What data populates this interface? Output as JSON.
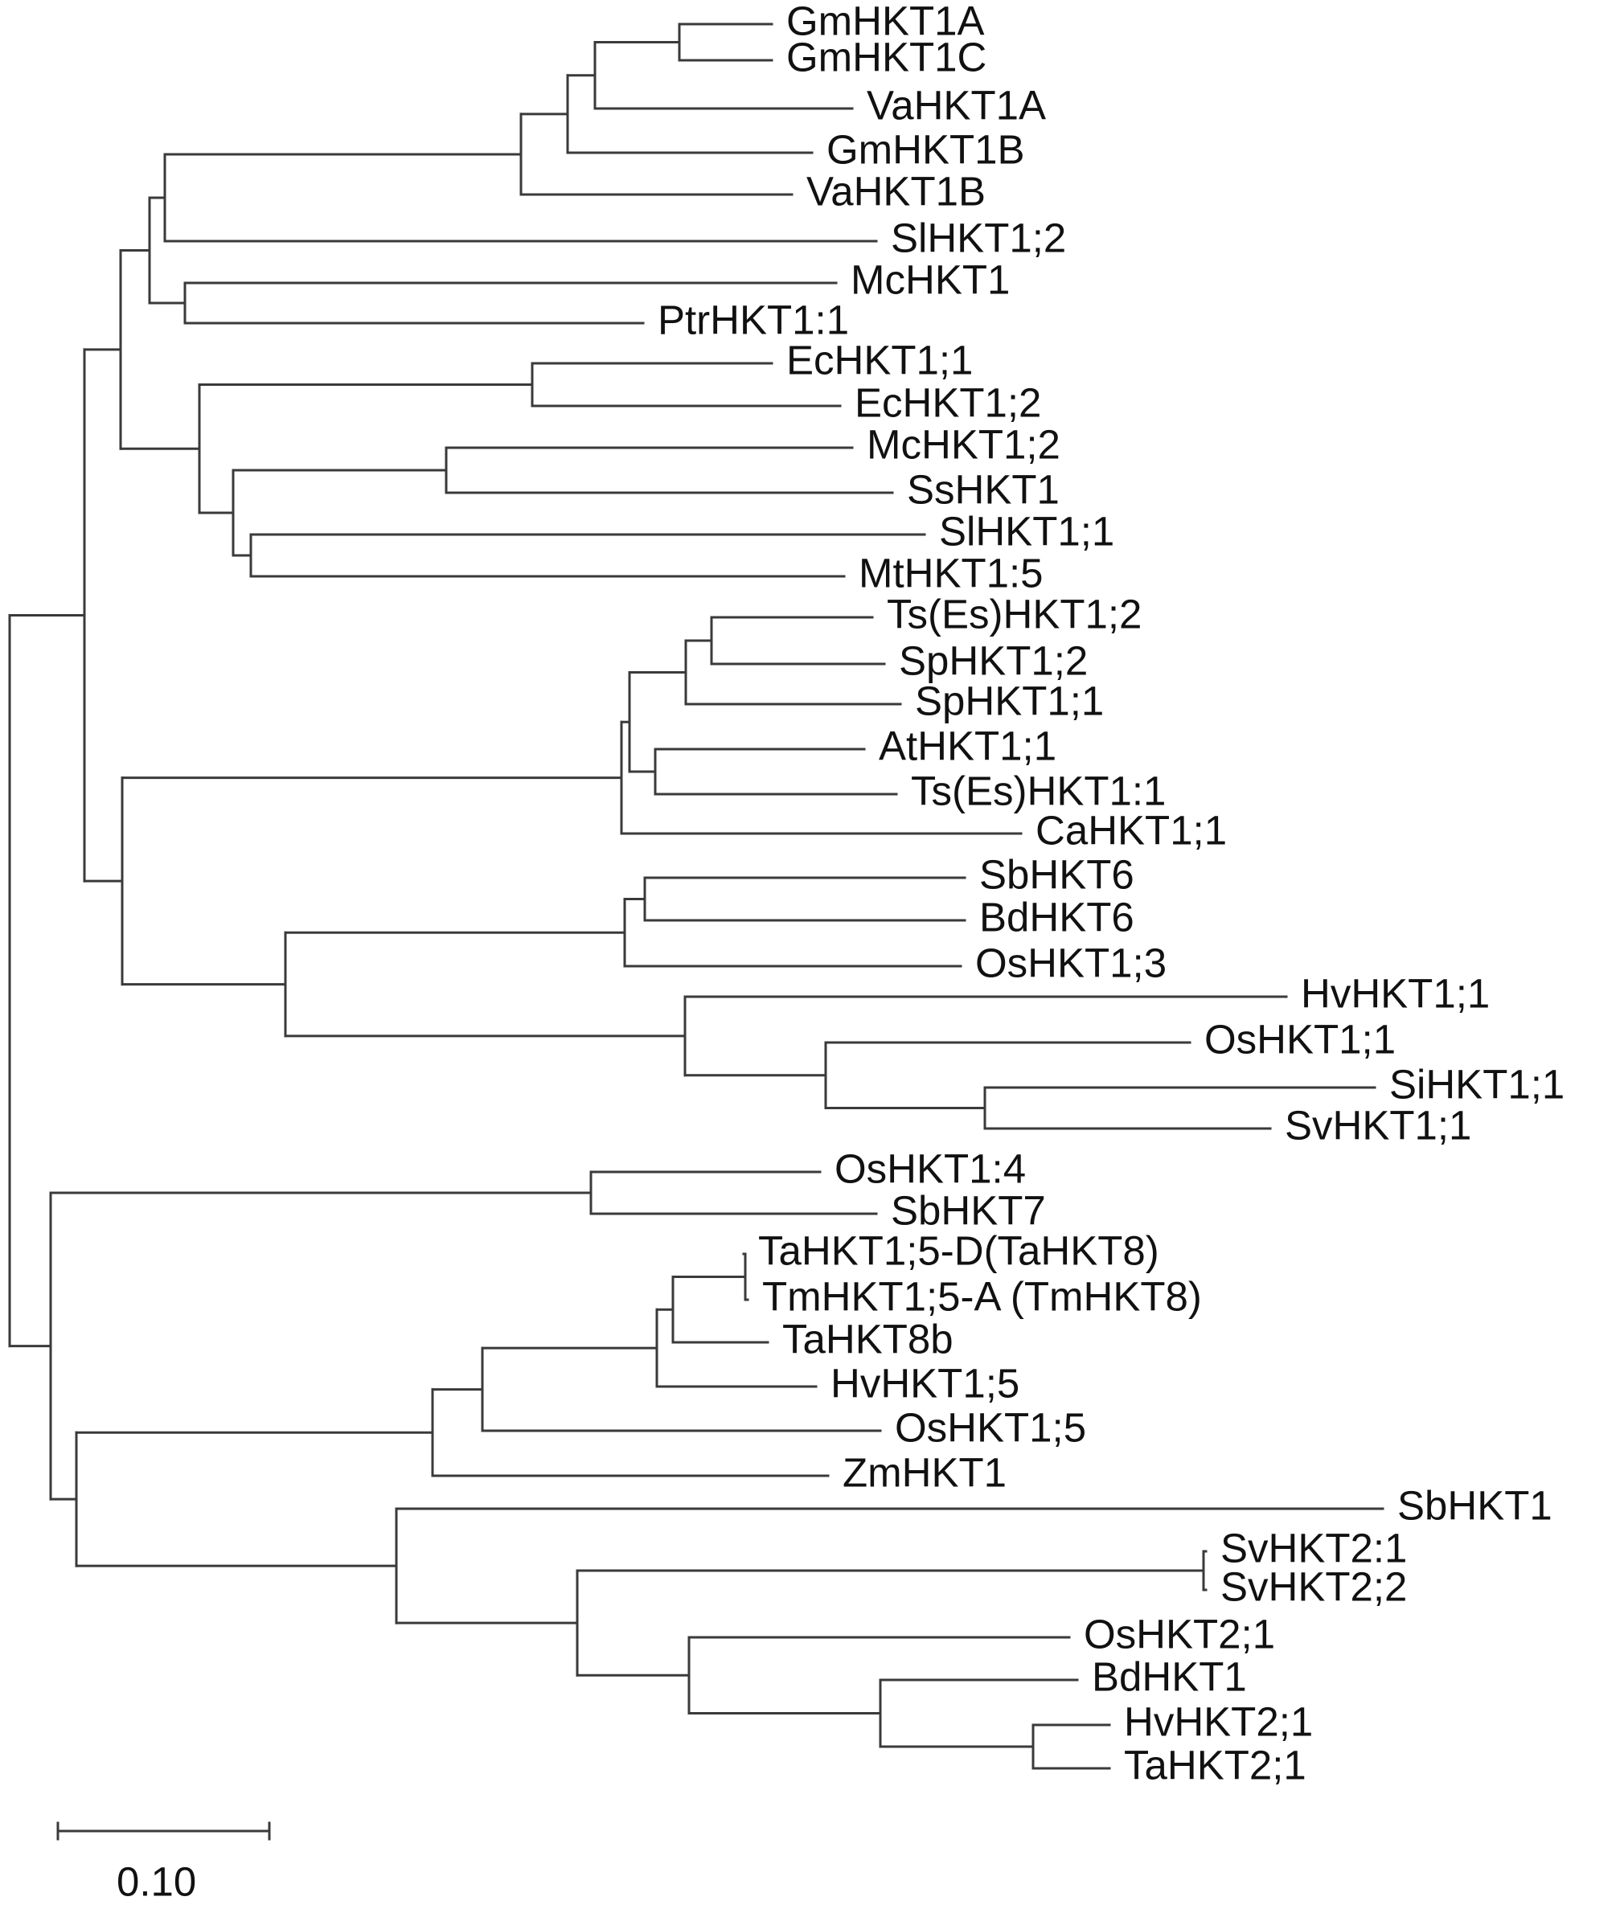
{
  "tree": {
    "taxa": [
      "GmHKT1A",
      "GmHKT1C",
      "VaHKT1A",
      "GmHKT1B",
      "VaHKT1B",
      "SlHKT1;2",
      "McHKT1",
      "PtrHKT1:1",
      "EcHKT1;1",
      "EcHKT1;2",
      "McHKT1;2",
      "SsHKT1",
      "SlHKT1;1",
      "MtHKT1:5",
      "Ts(Es)HKT1;2",
      "SpHKT1;2",
      "SpHKT1;1",
      "AtHKT1;1",
      "Ts(Es)HKT1:1",
      "CaHKT1;1",
      "SbHKT6",
      "BdHKT6",
      "OsHKT1;3",
      "HvHKT1;1",
      "OsHKT1;1",
      "SiHKT1;1",
      "SvHKT1;1",
      "OsHKT1:4",
      "SbHKT7",
      "TaHKT1;5-D(TaHKT8)",
      "TmHKT1;5-A (TmHKT8)",
      "TaHKT8b",
      "HvHKT1;5",
      "OsHKT1;5",
      "ZmHKT1",
      "SbHKT1",
      "SvHKT2:1",
      "SvHKT2;2",
      "OsHKT2;1",
      "BdHKT1",
      "HvHKT2;1",
      "TaHKT2;1"
    ],
    "scale_bar": {
      "label": "0.10",
      "value": 0.1
    }
  }
}
